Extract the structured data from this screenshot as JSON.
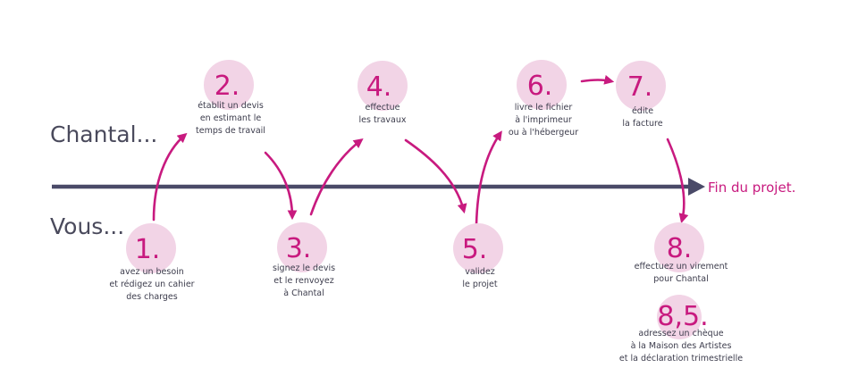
{
  "rows": {
    "top_label": "Chantal...",
    "bottom_label": "Vous..."
  },
  "timeline": {
    "end_label": "Fin du projet."
  },
  "steps": [
    {
      "number": "1.",
      "lines": [
        "avez un besoin",
        "et rédigez un cahier",
        "des charges"
      ]
    },
    {
      "number": "2.",
      "lines": [
        "établit un devis",
        "en estimant le",
        "temps de travail"
      ]
    },
    {
      "number": "3.",
      "lines": [
        "signez le devis",
        "et le renvoyez",
        "à Chantal"
      ]
    },
    {
      "number": "4.",
      "lines": [
        "effectue",
        "les travaux"
      ]
    },
    {
      "number": "5.",
      "lines": [
        "validez",
        "le projet"
      ]
    },
    {
      "number": "6.",
      "lines": [
        "livre le fichier",
        "à l'imprimeur",
        "ou à l'hébergeur"
      ]
    },
    {
      "number": "7.",
      "lines": [
        "édite",
        "la facture"
      ]
    },
    {
      "number": "8.",
      "lines": [
        "effectuez un virement",
        "pour Chantal"
      ]
    },
    {
      "number": "8,5.",
      "lines": [
        "adressez un chèque",
        "à la Maison des Artistes",
        "et la déclaration trimestrielle"
      ]
    }
  ],
  "colors": {
    "accent": "#c81a7f",
    "circle_fill": "#f2d4e6",
    "timeline": "#4a4a68",
    "text": "#3c3c4c"
  }
}
